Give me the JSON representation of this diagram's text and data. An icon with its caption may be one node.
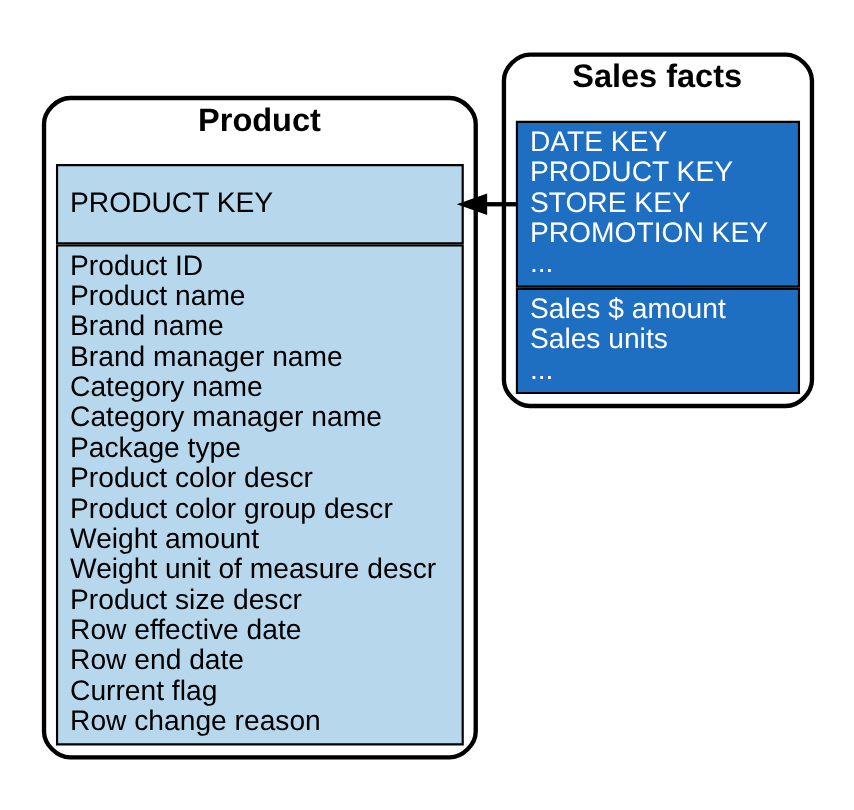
{
  "diagram": {
    "nodes": [
      {
        "text": [
          "Product"
        ]
      },
      {
        "text": [
          "PRODUCT KEY"
        ],
        "in": 0
      },
      {
        "text": [
          "Product ID",
          "Product name",
          "Brand name",
          "Brand manager name",
          "Category name",
          "Category manager name",
          "Package type",
          "Product color descr",
          "Product color group descr",
          "Weight amount",
          "Weight unit of measure descr",
          "Product size descr",
          "Row effective date",
          "Row end date",
          "Current flag",
          "Row change reason"
        ],
        "in": 0
      },
      {
        "text": [
          "Sales facts"
        ]
      },
      {
        "text": [
          "DATE KEY",
          "PRODUCT KEY",
          "STORE KEY",
          "PROMOTION KEY",
          "..."
        ],
        "in": 3
      },
      {
        "text": [
          "Sales $ amount",
          "Sales units",
          "..."
        ],
        "in": 3
      }
    ],
    "edges": [
      {
        "from": 4,
        "to": 1,
        "arrow": "to"
      }
    ]
  }
}
